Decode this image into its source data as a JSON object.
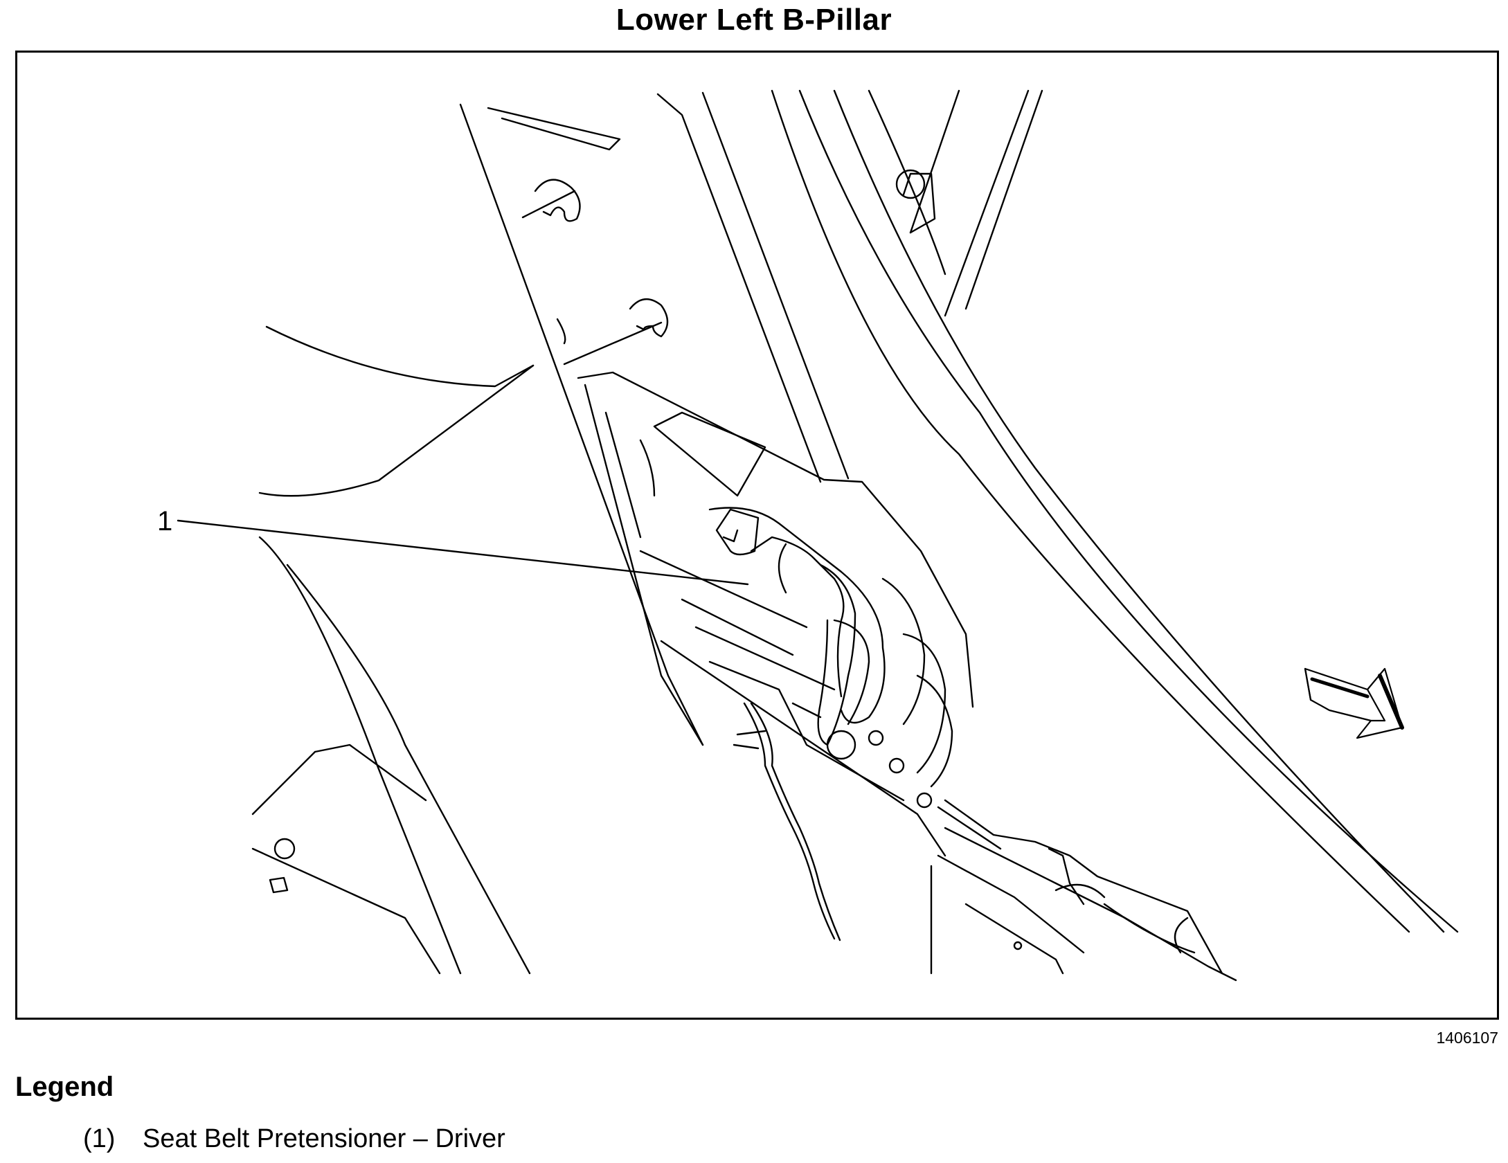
{
  "title": "Lower Left B-Pillar",
  "figure_id": "1406107",
  "callouts": [
    {
      "label": "1"
    }
  ],
  "legend": {
    "heading": "Legend",
    "items": [
      {
        "number": "(1)",
        "text": "Seat Belt Pretensioner – Driver"
      }
    ]
  },
  "icons": [
    "direction-arrow-icon"
  ]
}
